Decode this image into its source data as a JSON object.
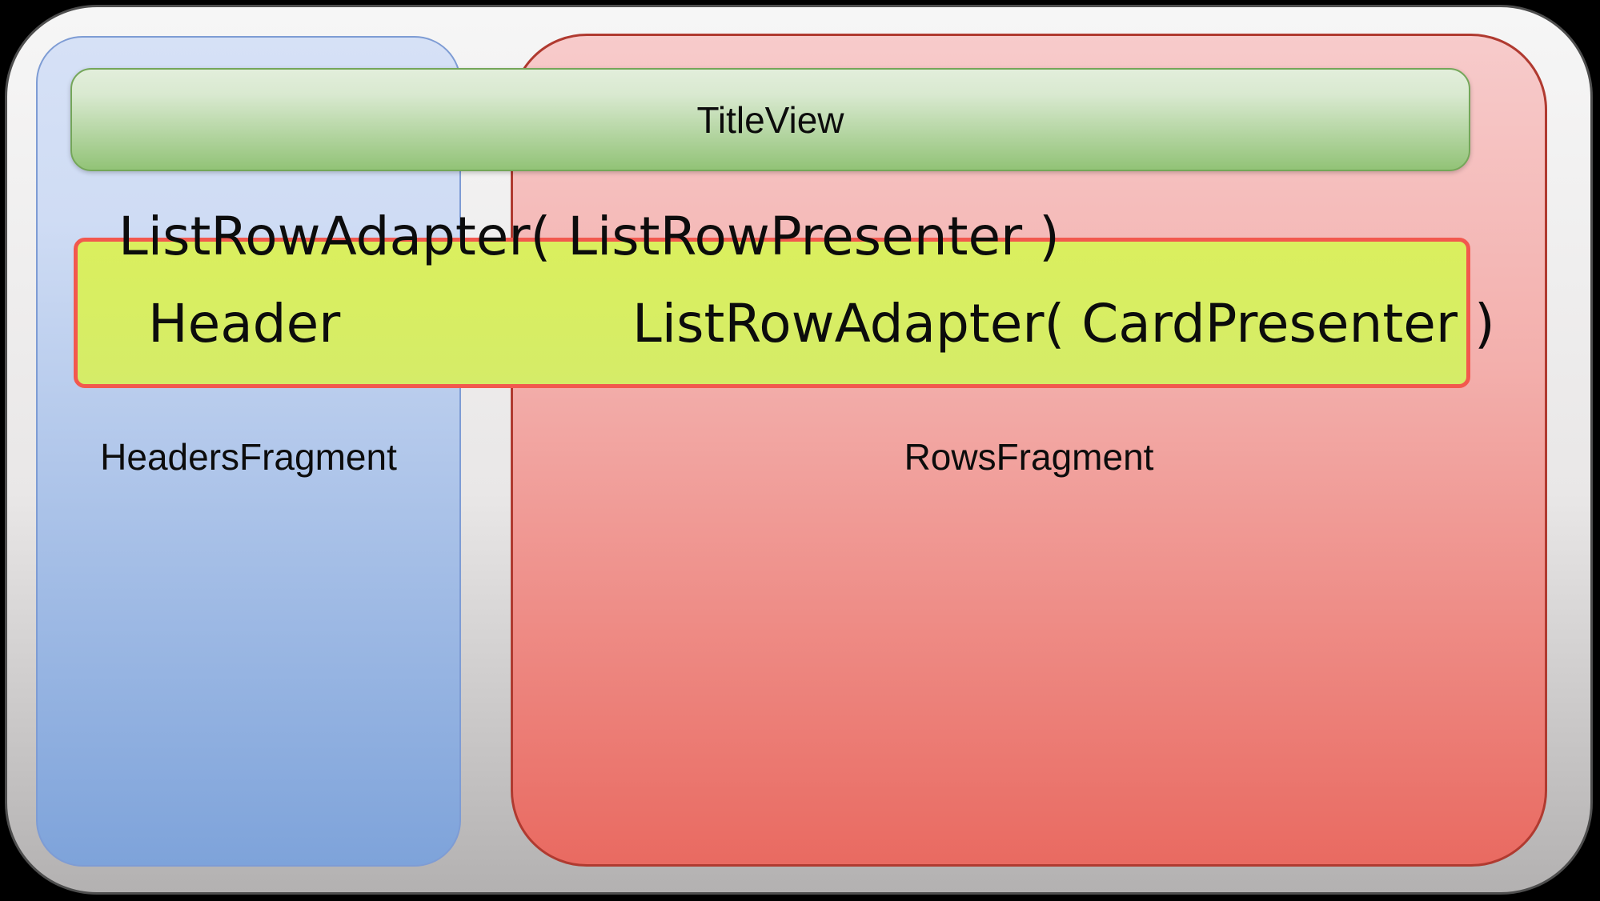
{
  "diagram": {
    "title_bar": {
      "label": "TitleView"
    },
    "headers_fragment": {
      "label": "HeadersFragment"
    },
    "rows_fragment": {
      "label": "RowsFragment"
    },
    "adapter_overlay": {
      "label": "ListRowAdapter( ListRowPresenter )"
    },
    "row_bar": {
      "header_label": "Header",
      "adapter_label": "ListRowAdapter( CardPresenter )"
    },
    "colors": {
      "background": "#000000",
      "frame_fill_top": "#f6f6f6",
      "frame_fill_bottom": "#b3b1b1",
      "frame_border": "#4e4e4e",
      "headers_fill_top": "#cfdcf4",
      "headers_fill_bottom": "#7ea3da",
      "headers_border": "#7e9cd4",
      "rows_fill_top": "#f7cbcb",
      "rows_fill_bottom": "#e96a61",
      "rows_border": "#b03a30",
      "title_fill_top": "#d9e9d0",
      "title_fill_bottom": "#92c377",
      "title_border": "#74a659",
      "row_bar_fill": "#daef5e",
      "row_bar_border": "#f2584e",
      "text": "#0c0c0c"
    }
  }
}
